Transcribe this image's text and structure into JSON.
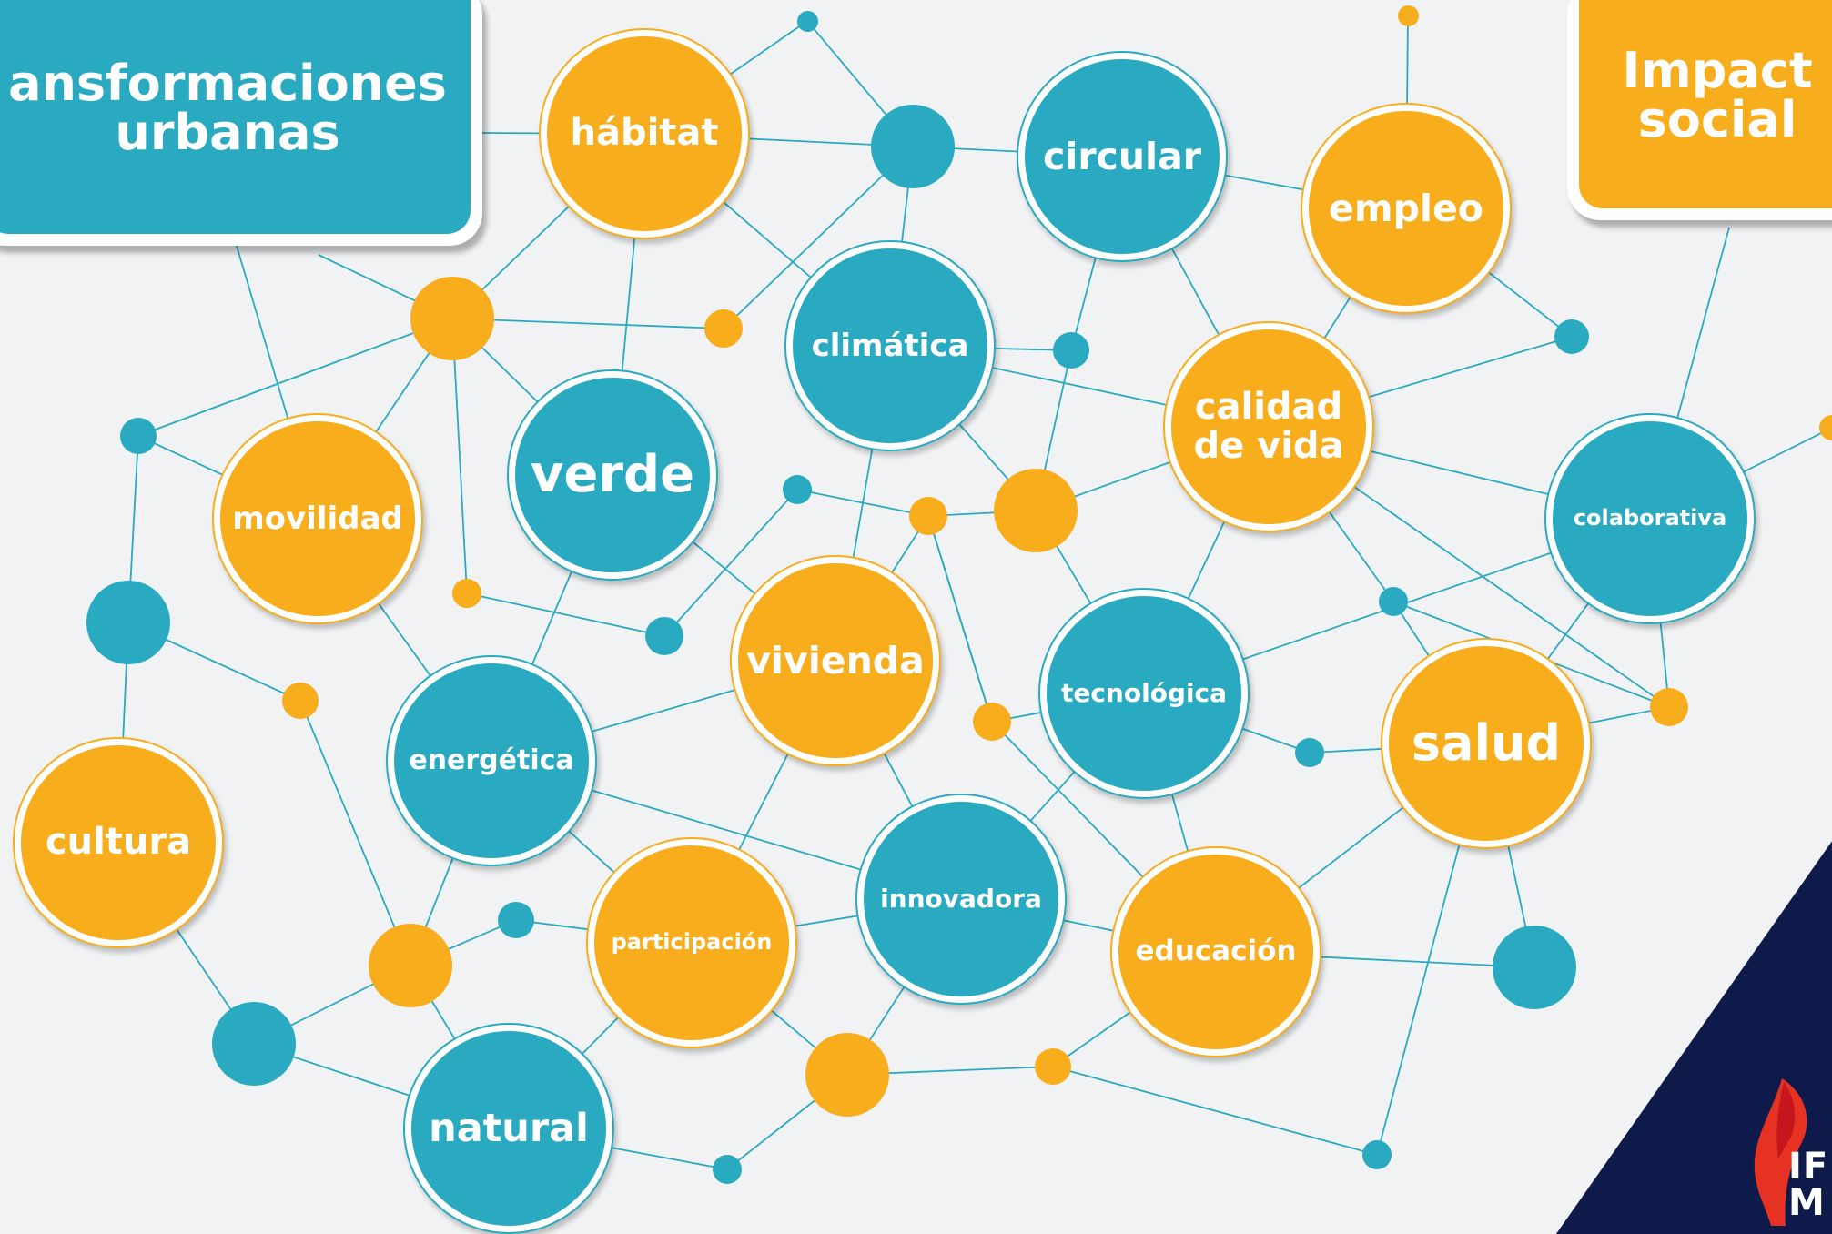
{
  "colors": {
    "teal": "#2aaac0",
    "orange": "#f7ad1c",
    "line": "#2aaac0",
    "background": "#f1f2f3",
    "navy": "#0e1a4a",
    "logo_red": "#e63223"
  },
  "categories": {
    "left": "ansformaciones\nurbanas",
    "right": "Impact\nsocial"
  },
  "nodes": {
    "habitat": "hábitat",
    "circular": "circular",
    "empleo": "empleo",
    "climatica": "climática",
    "calidad_de_vida": "calidad\nde vida",
    "verde": "verde",
    "movilidad": "movilidad",
    "colaborativa": "colaborativa",
    "vivienda": "vivienda",
    "tecnologica": "tecnológica",
    "energetica": "energética",
    "salud": "salud",
    "cultura": "cultura",
    "innovadora": "innovadora",
    "participacion": "participación",
    "educacion": "educación",
    "natural": "natural"
  },
  "logo": {
    "text": "IF\nM"
  }
}
